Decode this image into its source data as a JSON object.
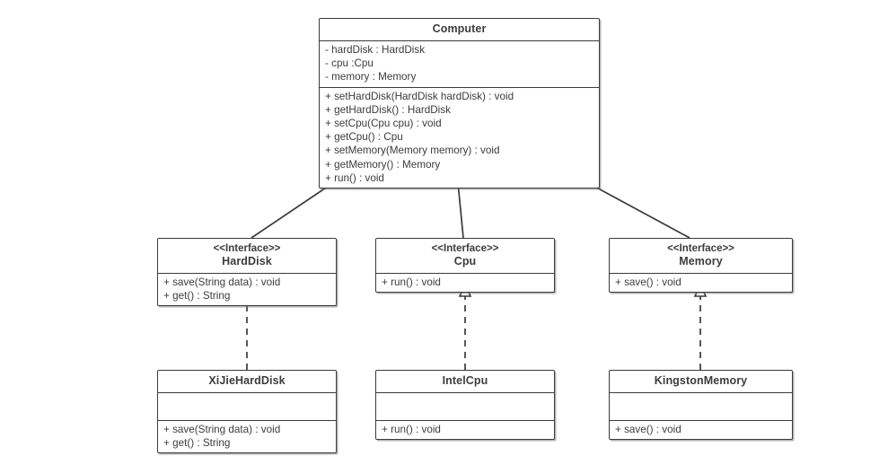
{
  "diagram": {
    "type": "uml-class-diagram",
    "background_color": "#ffffff",
    "line_color": "#3a3a3a",
    "text_color": "#3c3c3c",
    "classes": [
      {
        "id": "computer",
        "name": "Computer",
        "stereotype": "",
        "attributes": [
          "- hardDisk : HardDisk",
          "- cpu :Cpu",
          "- memory : Memory"
        ],
        "methods": [
          "+ setHardDisk(HardDisk hardDisk) : void",
          "+ getHardDisk() : HardDisk",
          "+ setCpu(Cpu cpu) : void",
          "+ getCpu() : Cpu",
          "+ setMemory(Memory memory) : void",
          "+ getMemory() : Memory",
          "+ run() : void"
        ]
      },
      {
        "id": "harddisk",
        "name": "HardDisk",
        "stereotype": "<<Interface>>",
        "attributes": [],
        "methods": [
          "+ save(String data) : void",
          "+ get() : String"
        ]
      },
      {
        "id": "cpu",
        "name": "Cpu",
        "stereotype": "<<Interface>>",
        "attributes": [],
        "methods": [
          "+ run() : void"
        ]
      },
      {
        "id": "memory",
        "name": "Memory",
        "stereotype": "<<Interface>>",
        "attributes": [],
        "methods": [
          "+ save() : void"
        ]
      },
      {
        "id": "xijieharddisk",
        "name": "XiJieHardDisk",
        "stereotype": "",
        "attributes": [],
        "methods": [
          "+ save(String data) : void",
          "+ get() : String"
        ]
      },
      {
        "id": "intelcpu",
        "name": "IntelCpu",
        "stereotype": "",
        "attributes": [],
        "methods": [
          "+ run() : void"
        ]
      },
      {
        "id": "kingstonmemory",
        "name": "KingstonMemory",
        "stereotype": "",
        "attributes": [],
        "methods": [
          "+ save() : void"
        ]
      }
    ],
    "relationships": [
      {
        "id": "rel-computer-harddisk",
        "kind": "composition",
        "from": "computer",
        "to": "harddisk",
        "label": ""
      },
      {
        "id": "rel-computer-cpu",
        "kind": "composition",
        "from": "computer",
        "to": "cpu",
        "label": ""
      },
      {
        "id": "rel-computer-memory",
        "kind": "composition",
        "from": "computer",
        "to": "memory",
        "label": ""
      },
      {
        "id": "rel-xijieharddisk-harddisk",
        "kind": "realization",
        "from": "xijieharddisk",
        "to": "harddisk",
        "label": ""
      },
      {
        "id": "rel-intelcpu-cpu",
        "kind": "realization",
        "from": "intelcpu",
        "to": "cpu",
        "label": ""
      },
      {
        "id": "rel-kingstonmemory-memory",
        "kind": "realization",
        "from": "kingstonmemory",
        "to": "memory",
        "label": ""
      }
    ]
  }
}
